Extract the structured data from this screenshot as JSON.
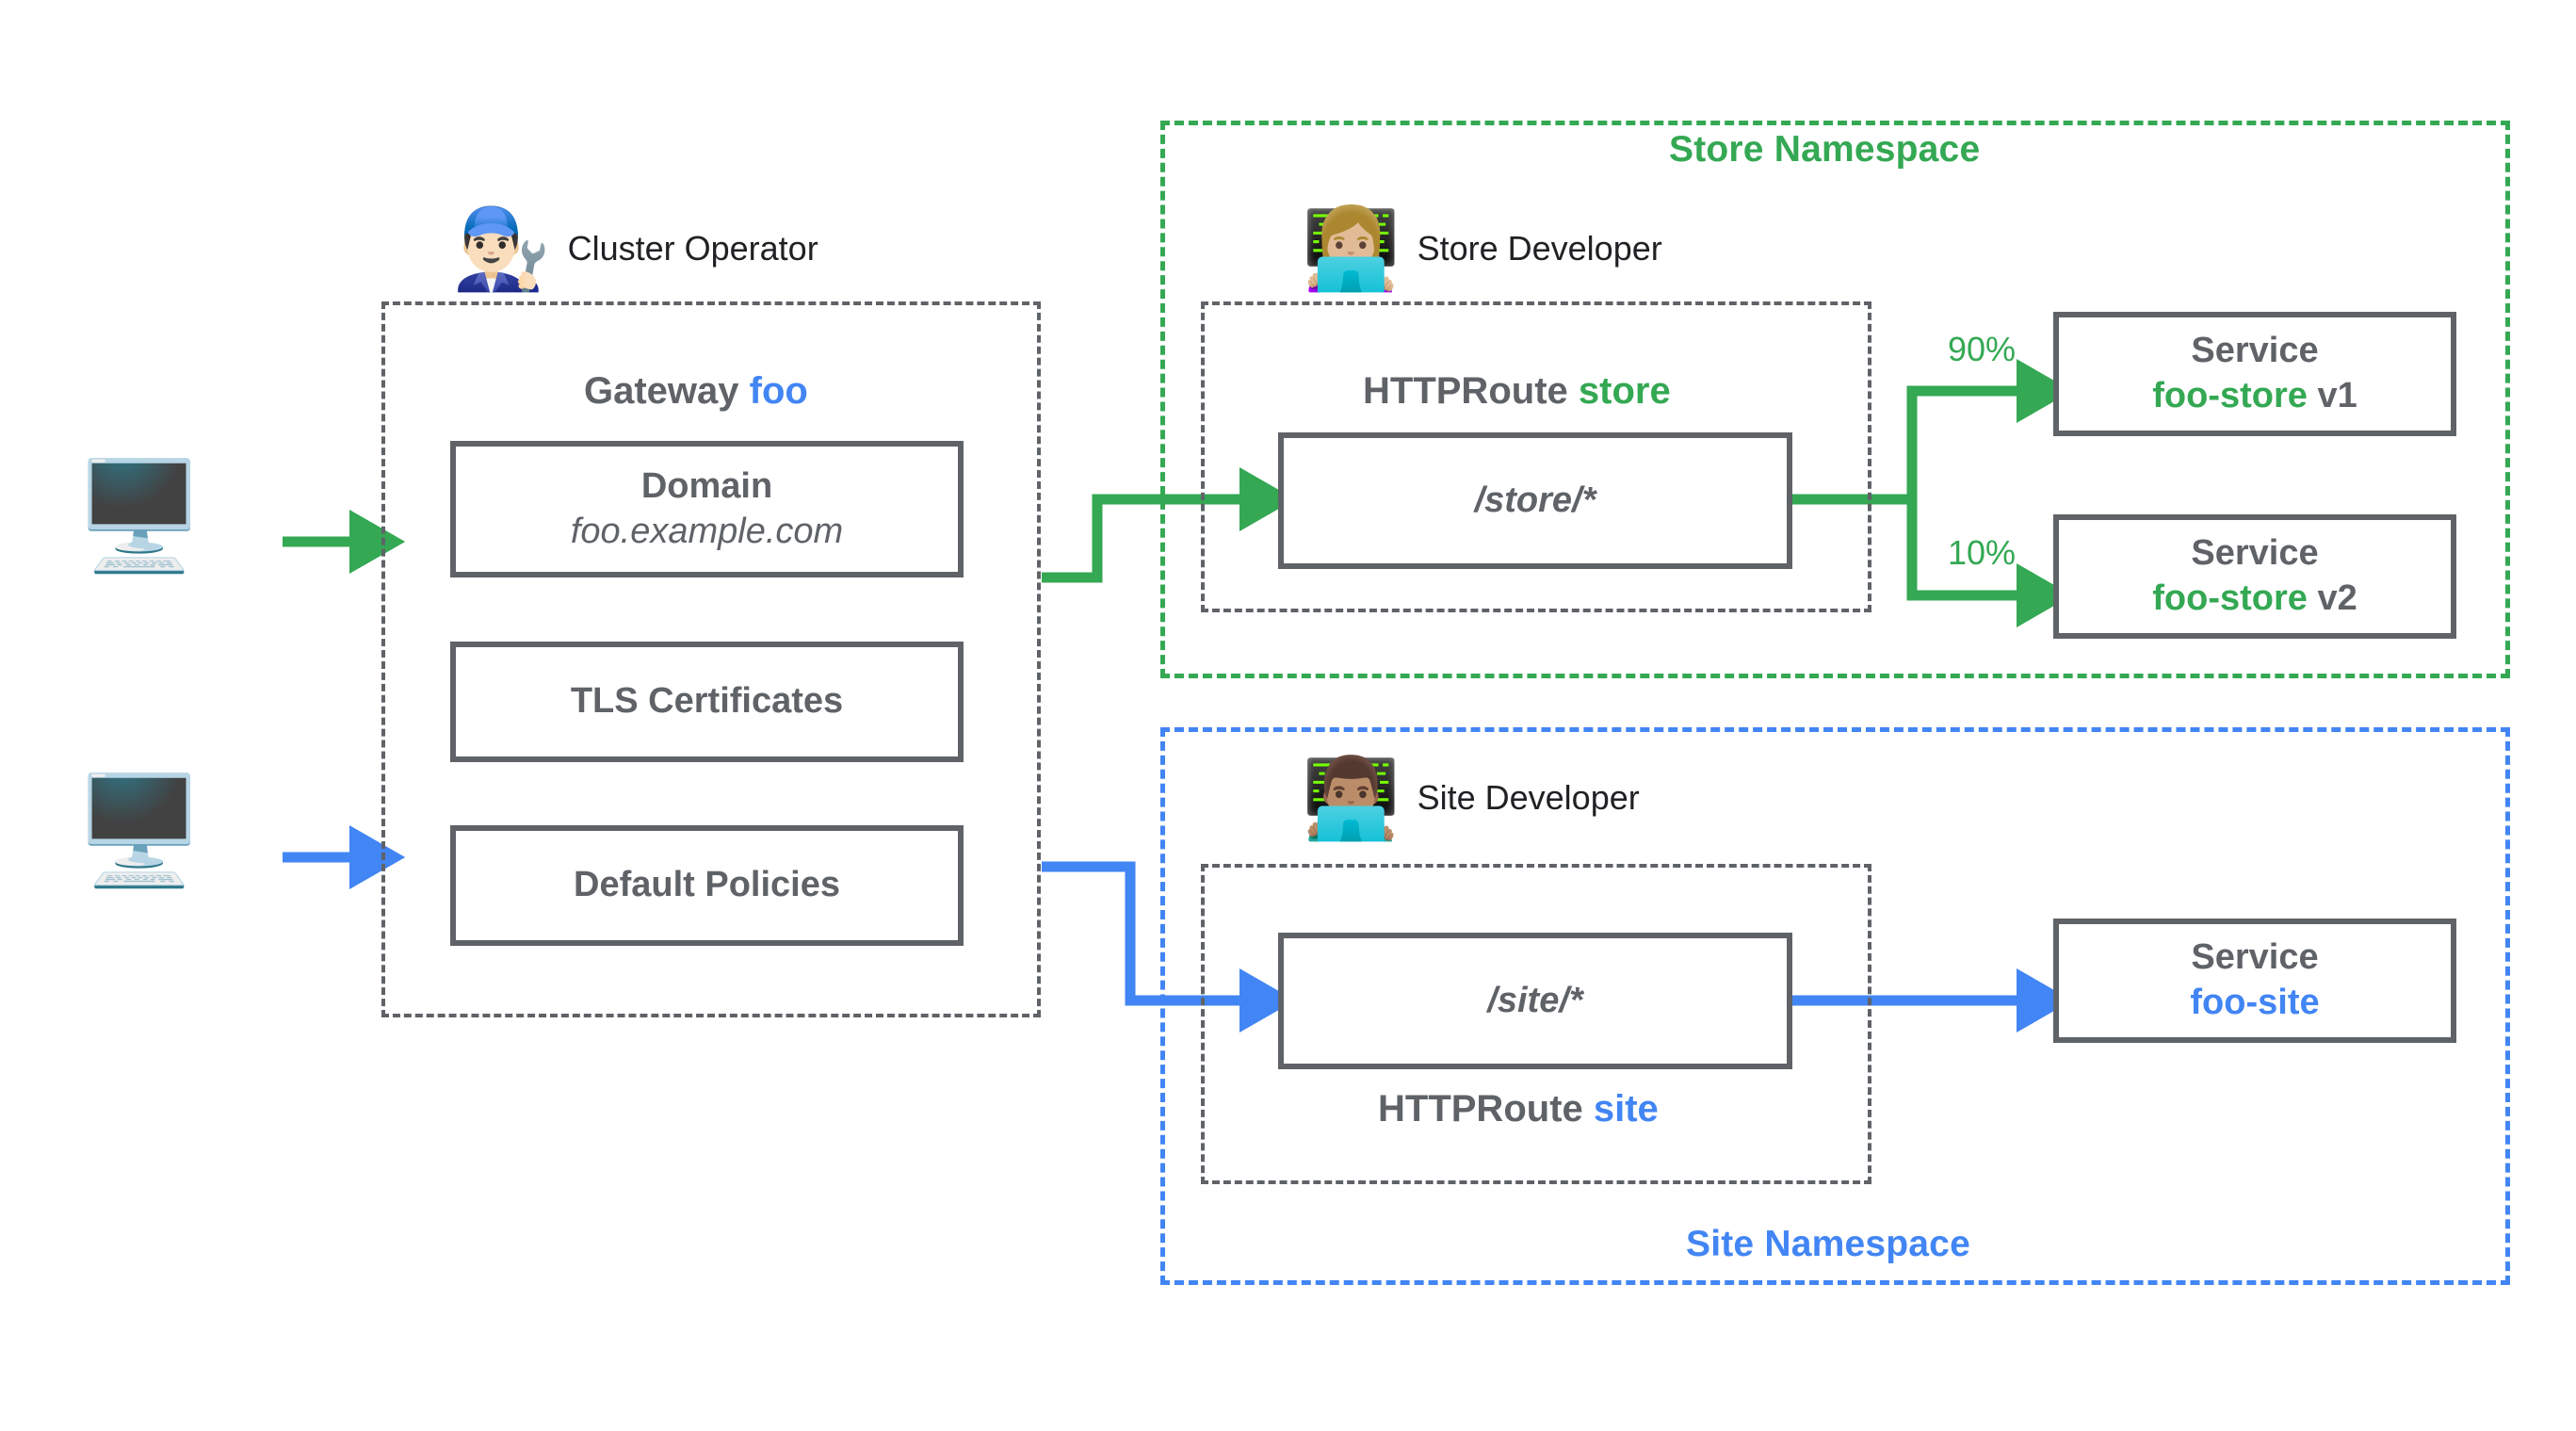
{
  "colors": {
    "green": "#34a853",
    "blue": "#4285f4",
    "gray": "#5f6368",
    "text": "#202124",
    "background": "#ffffff"
  },
  "clients": [
    {
      "icon": "desktop-computer-icon",
      "glyph": "🖥️",
      "flow": "green"
    },
    {
      "icon": "desktop-computer-icon",
      "glyph": "🖥️",
      "flow": "blue"
    }
  ],
  "cluster": {
    "persona": {
      "label": "Cluster Operator",
      "icon": "man-mechanic-icon",
      "glyph": "👨🏻‍🔧"
    },
    "heading_prefix": "Gateway ",
    "heading_accent": "foo",
    "resources": [
      {
        "title": "Domain",
        "value": "foo.example.com",
        "value_style": "italic"
      },
      {
        "title": "TLS Certificates",
        "value": "",
        "value_style": "none"
      },
      {
        "title": "Default Policies",
        "value": "",
        "value_style": "none"
      }
    ]
  },
  "store_namespace": {
    "label": "Store Namespace",
    "color": "green",
    "persona": {
      "label": "Store Developer",
      "icon": "woman-technologist-icon",
      "glyph": "👩🏼‍💻"
    },
    "route": {
      "heading_prefix": "HTTPRoute ",
      "heading_accent": "store",
      "heading_position": "above",
      "match": "/store/*"
    },
    "backends": [
      {
        "kind": "Service",
        "name": "foo-store",
        "version": "v1",
        "weight": "90%"
      },
      {
        "kind": "Service",
        "name": "foo-store",
        "version": "v2",
        "weight": "10%"
      }
    ]
  },
  "site_namespace": {
    "label": "Site Namespace",
    "color": "blue",
    "persona": {
      "label": "Site Developer",
      "icon": "man-technologist-icon",
      "glyph": "👨🏽‍💻"
    },
    "route": {
      "heading_prefix": "HTTPRoute ",
      "heading_accent": "site",
      "heading_position": "below",
      "match": "/site/*"
    },
    "backends": [
      {
        "kind": "Service",
        "name": "foo-site",
        "version": "",
        "weight": ""
      }
    ]
  }
}
